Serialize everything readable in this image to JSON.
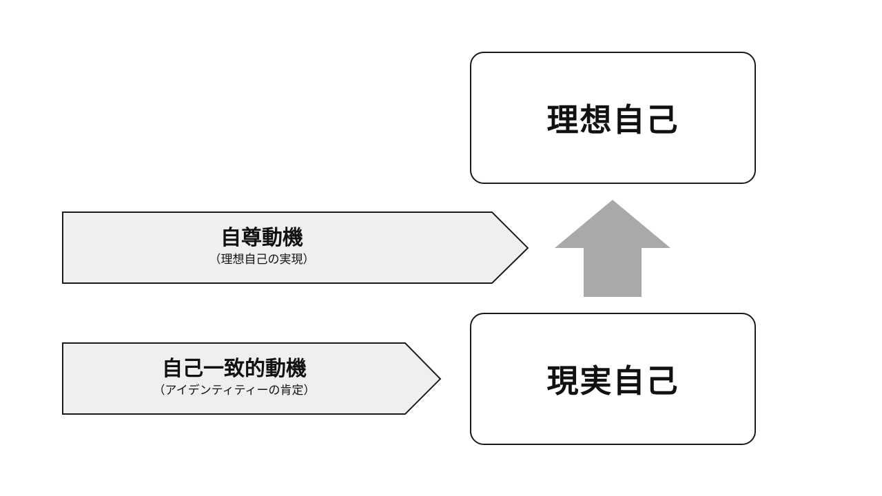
{
  "diagram": {
    "ideal_self": {
      "label": "理想自己"
    },
    "actual_self": {
      "label": "現実自己"
    },
    "self_esteem_motive": {
      "title": "自尊動機",
      "subtitle": "（理想自己の実現）"
    },
    "self_consistency_motive": {
      "title": "自己一致的動機",
      "subtitle": "（アイデンティティーの肯定）"
    },
    "colors": {
      "box_border": "#1a1a1a",
      "box_fill": "#ffffff",
      "pentagon_fill": "#efefef",
      "arrow_fill": "#a9a9a9"
    },
    "icons": {
      "arrow": "arrow-up-icon"
    }
  }
}
